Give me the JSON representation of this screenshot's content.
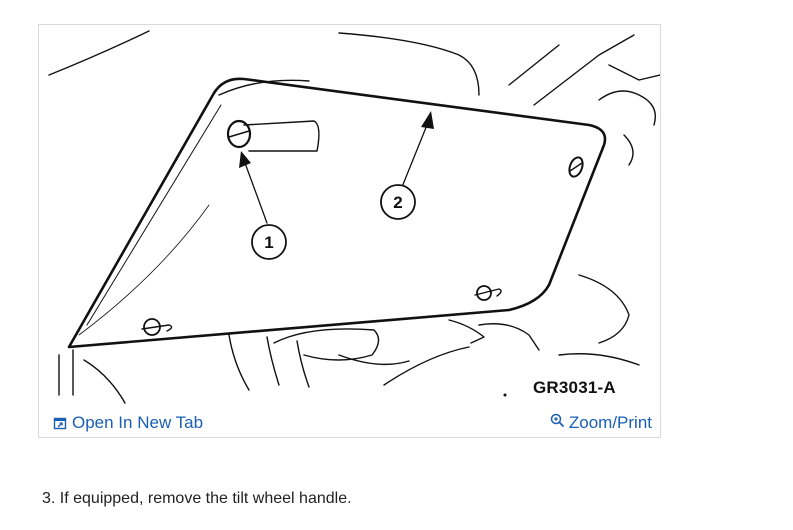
{
  "figure": {
    "code": "GR3031-A",
    "callouts": [
      "1",
      "2"
    ]
  },
  "actions": {
    "open_tab_label": "Open In New Tab",
    "zoom_print_label": "Zoom/Print",
    "open_tab_icon": "open-in-new-tab-icon",
    "zoom_icon": "magnifier-plus-icon"
  },
  "colors": {
    "link": "#1a5fb4",
    "frame_border": "#d9d9d9"
  },
  "content": {
    "step_text": "3. If equipped, remove the tilt wheel handle."
  }
}
